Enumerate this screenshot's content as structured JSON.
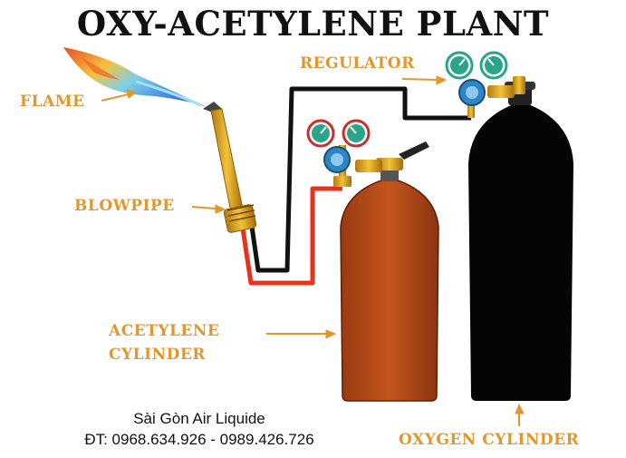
{
  "title": "OXY-ACETYLENE PLANT",
  "labels": {
    "flame": "FLAME",
    "blowpipe": "BLOWPIPE",
    "regulator": "REGULATOR",
    "acetylene_line1": "ACETYLENE",
    "acetylene_line2": "CYLINDER",
    "oxygen": "OXYGEN CYLINDER"
  },
  "footer": {
    "company": "Sài Gòn Air Liquide",
    "phones": "ĐT: 0968.634.926 - 0989.426.726"
  },
  "colors": {
    "label_orange": "#e5962b",
    "acetylene_cylinder": "#b24a1c",
    "oxygen_cylinder": "#050505",
    "hose_red": "#e8321c",
    "hose_black": "#111111",
    "brass": "#d9a521",
    "gauge_green": "#2aa58a"
  },
  "icons": [
    "flame-icon",
    "blowpipe-icon",
    "regulator-icon",
    "gauge-icon",
    "cylinder-icon",
    "arrow-icon"
  ]
}
